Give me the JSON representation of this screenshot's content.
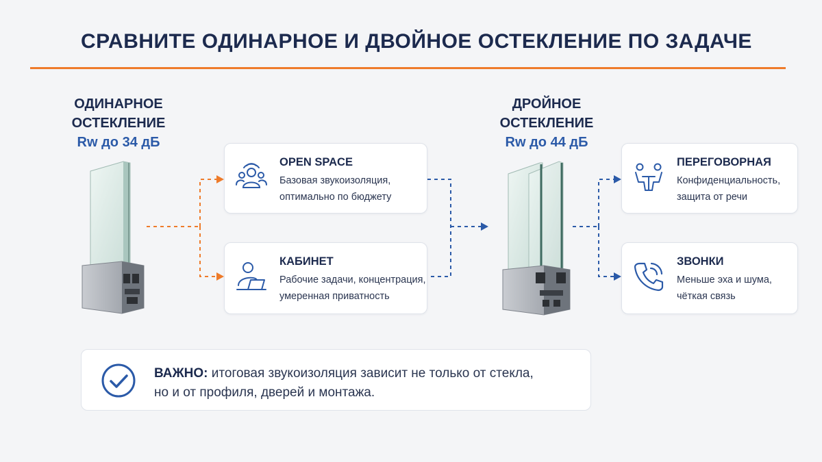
{
  "title": "СРАВНИТЕ ОДИНАРНОЕ И ДВОЙНОЕ ОСТЕКЛЕНИЕ ПО ЗАДАЧЕ",
  "colors": {
    "accent": "#ee7b2a",
    "navy": "#1c2a4e",
    "blue": "#2b5aa8"
  },
  "single": {
    "line1": "ОДИНАРНОЕ",
    "line2": "ОСТЕКЛЕНИЕ",
    "rating": "Rw до 34 дБ"
  },
  "double": {
    "line1": "ДРОЙНОЕ",
    "line2": "ОСТЕКЛЕНИЕ",
    "rating": "Rw до 44 дБ"
  },
  "cards": {
    "open_space": {
      "icon": "team-icon",
      "title": "OPEN SPACE",
      "line1": "Базовая звукоизоляция,",
      "line2": "оптимально по бюджету"
    },
    "cabinet": {
      "icon": "person-at-laptop-icon",
      "title": "КАБИНЕТ",
      "line1": "Рабочие задачи, концентрация,",
      "line2": "умеренная приватность"
    },
    "meeting": {
      "icon": "meeting-table-icon",
      "title": "ПЕРЕГОВОРНАЯ",
      "line1": "Конфиденциальность,",
      "line2": "защита от речи"
    },
    "calls": {
      "icon": "phone-icon",
      "title": "ЗВОНКИ",
      "line1": "Меньше эха и шума,",
      "line2": "чёткая связь"
    }
  },
  "note": {
    "icon": "check-circle-icon",
    "lead": "ВАЖНО:",
    "line1": " итоговая звукоизоляция зависит не только от стекла,",
    "line2": "но и от профиля, дверей и монтажа."
  }
}
